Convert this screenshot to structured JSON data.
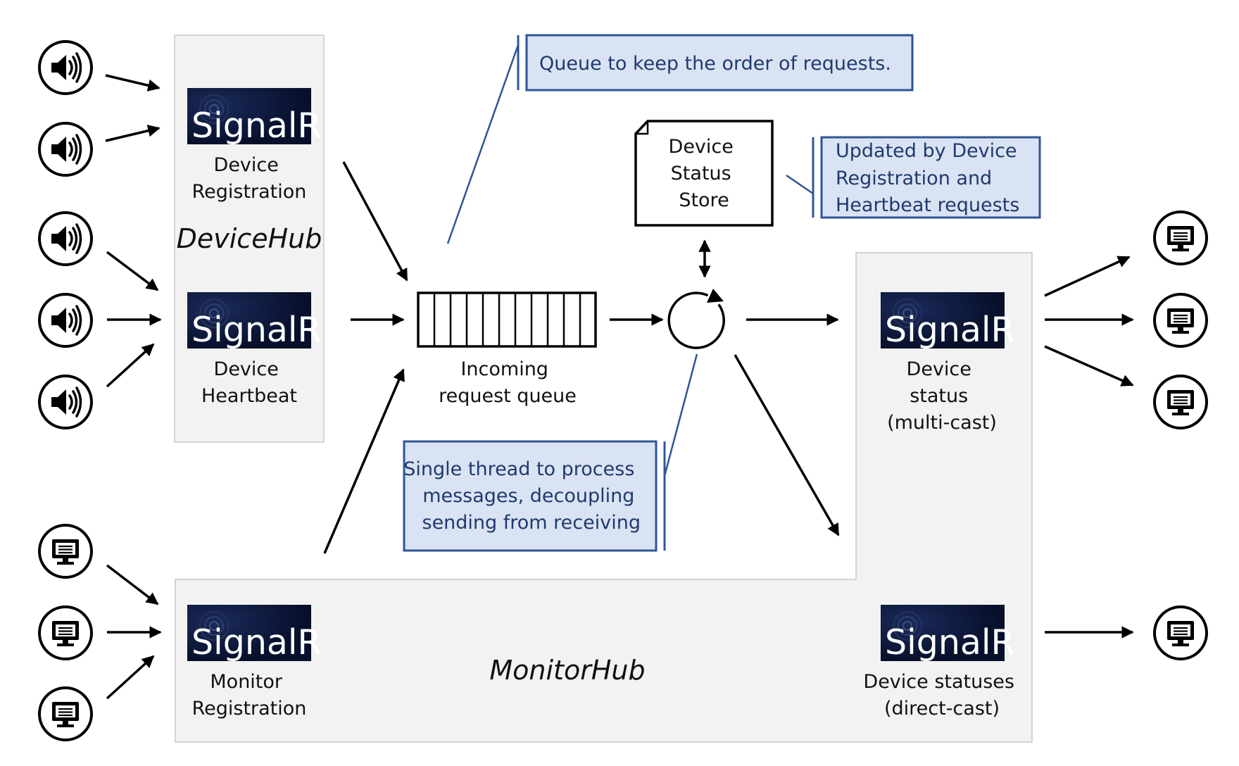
{
  "device_hub": {
    "title": "DeviceHub",
    "registration_label": [
      "Device",
      "Registration"
    ],
    "heartbeat_label": [
      "Device",
      "Heartbeat"
    ]
  },
  "monitor_hub": {
    "title": "MonitorHub",
    "registration_label": [
      "Monitor",
      "Registration"
    ],
    "status_multicast_label": [
      "Device",
      "status",
      "(multi-cast)"
    ],
    "statuses_directcast_label": [
      "Device statuses",
      "(direct-cast)"
    ]
  },
  "signalr_logo_text": "SignalR",
  "queue": {
    "label": [
      "Incoming",
      "request queue"
    ]
  },
  "store": {
    "label": [
      "Device",
      "Status",
      "Store"
    ]
  },
  "notes": {
    "queue_note": [
      "Queue to keep the order of requests."
    ],
    "store_note": [
      "Updated by Device",
      "Registration and",
      "Heartbeat requests"
    ],
    "thread_note": [
      "Single thread to process",
      "messages, decoupling",
      "sending from receiving"
    ]
  },
  "icons": {
    "device": "speaker-icon",
    "monitor": "monitor-icon",
    "processor": "refresh-cycle-icon"
  },
  "colors": {
    "hub_fill": "#f2f2f2",
    "hub_border": "#c8c8c8",
    "note_fill": "#dae3f3",
    "note_border": "#2f5597",
    "note_text": "#1f3a6e",
    "logo_bg": "#0a1433"
  }
}
